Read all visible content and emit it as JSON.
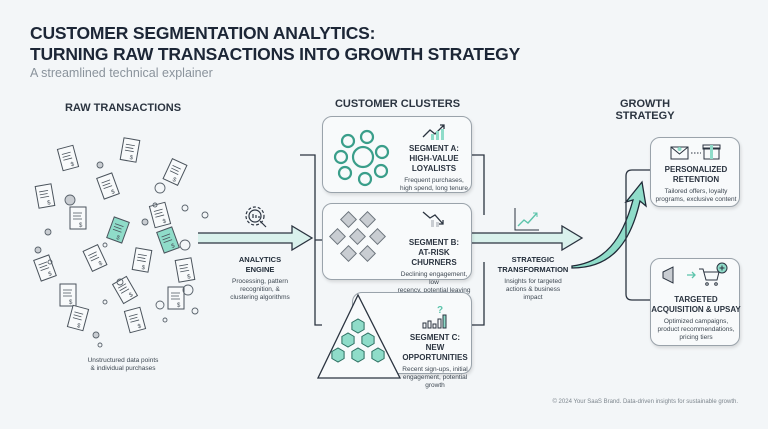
{
  "header": {
    "title_line1": "CUSTOMER SEGMENTATION ANALYTICS:",
    "title_line2": "TURNING RAW TRANSACTIONS INTO GROWTH STRATEGY",
    "subtitle": "A streamlined technical explainer"
  },
  "raw": {
    "heading": "RAW TRANSACTIONS",
    "caption_line1": "Unstructured data points",
    "caption_line2": "& individual purchases"
  },
  "engine": {
    "title_line1": "ANALYTICS",
    "title_line2": "ENGINE",
    "desc_line1": "Processing, pattern",
    "desc_line2": "recognition, &",
    "desc_line3": "clustering algorithms",
    "icon": "gear-magnifier-icon"
  },
  "clusters": {
    "heading": "CUSTOMER CLUSTERS",
    "segments": [
      {
        "title_line1": "SEGMENT A:",
        "title_line2": "HIGH-VALUE",
        "title_line3": "LOYALISTS",
        "desc_line1": "Frequent purchases,",
        "desc_line2": "high spend, long tenure",
        "icon": "trend-up-chart-icon"
      },
      {
        "title_line1": "SEGMENT B:",
        "title_line2": "AT-RISK CHURNERS",
        "desc_line1": "Declining engagement, low",
        "desc_line2": "recency, potential leaving",
        "icon": "trend-down-chart-icon"
      },
      {
        "title_line1": "SEGMENT C:",
        "title_line2": "NEW OPPORTUNITIES",
        "desc_line1": "Recent sign-ups, initial",
        "desc_line2": "engagement, potential",
        "desc_line3": "growth",
        "icon": "question-bar-chart-icon"
      }
    ]
  },
  "transform": {
    "title_line1": "STRATEGIC",
    "title_line2": "TRANSFORMATION",
    "desc_line1": "Insights for targeted",
    "desc_line2": "actions & business",
    "desc_line3": "impact",
    "icon": "line-chart-icon"
  },
  "growth": {
    "heading": "GROWTH STRATEGY",
    "items": [
      {
        "title_line1": "PERSONALIZED",
        "title_line2": "RETENTION",
        "desc_line1": "Tailored offers, loyalty",
        "desc_line2": "programs, exclusive content",
        "icon": "envelope-gift-icon"
      },
      {
        "title_line1": "TARGETED",
        "title_line2": "ACQUISITION & UPSAY",
        "desc_line1": "Optimized campaigns,",
        "desc_line2": "product recommendations,",
        "desc_line3": "pricing tiers",
        "icon": "megaphone-cart-icon"
      }
    ]
  },
  "footer": "© 2024 Your SaaS Brand. Data-driven insights for sustainable growth.",
  "colors": {
    "accent": "#7fd6c2",
    "ink": "#2b3440",
    "card_border": "#9aa3ab",
    "background": "#f3f6f8"
  }
}
